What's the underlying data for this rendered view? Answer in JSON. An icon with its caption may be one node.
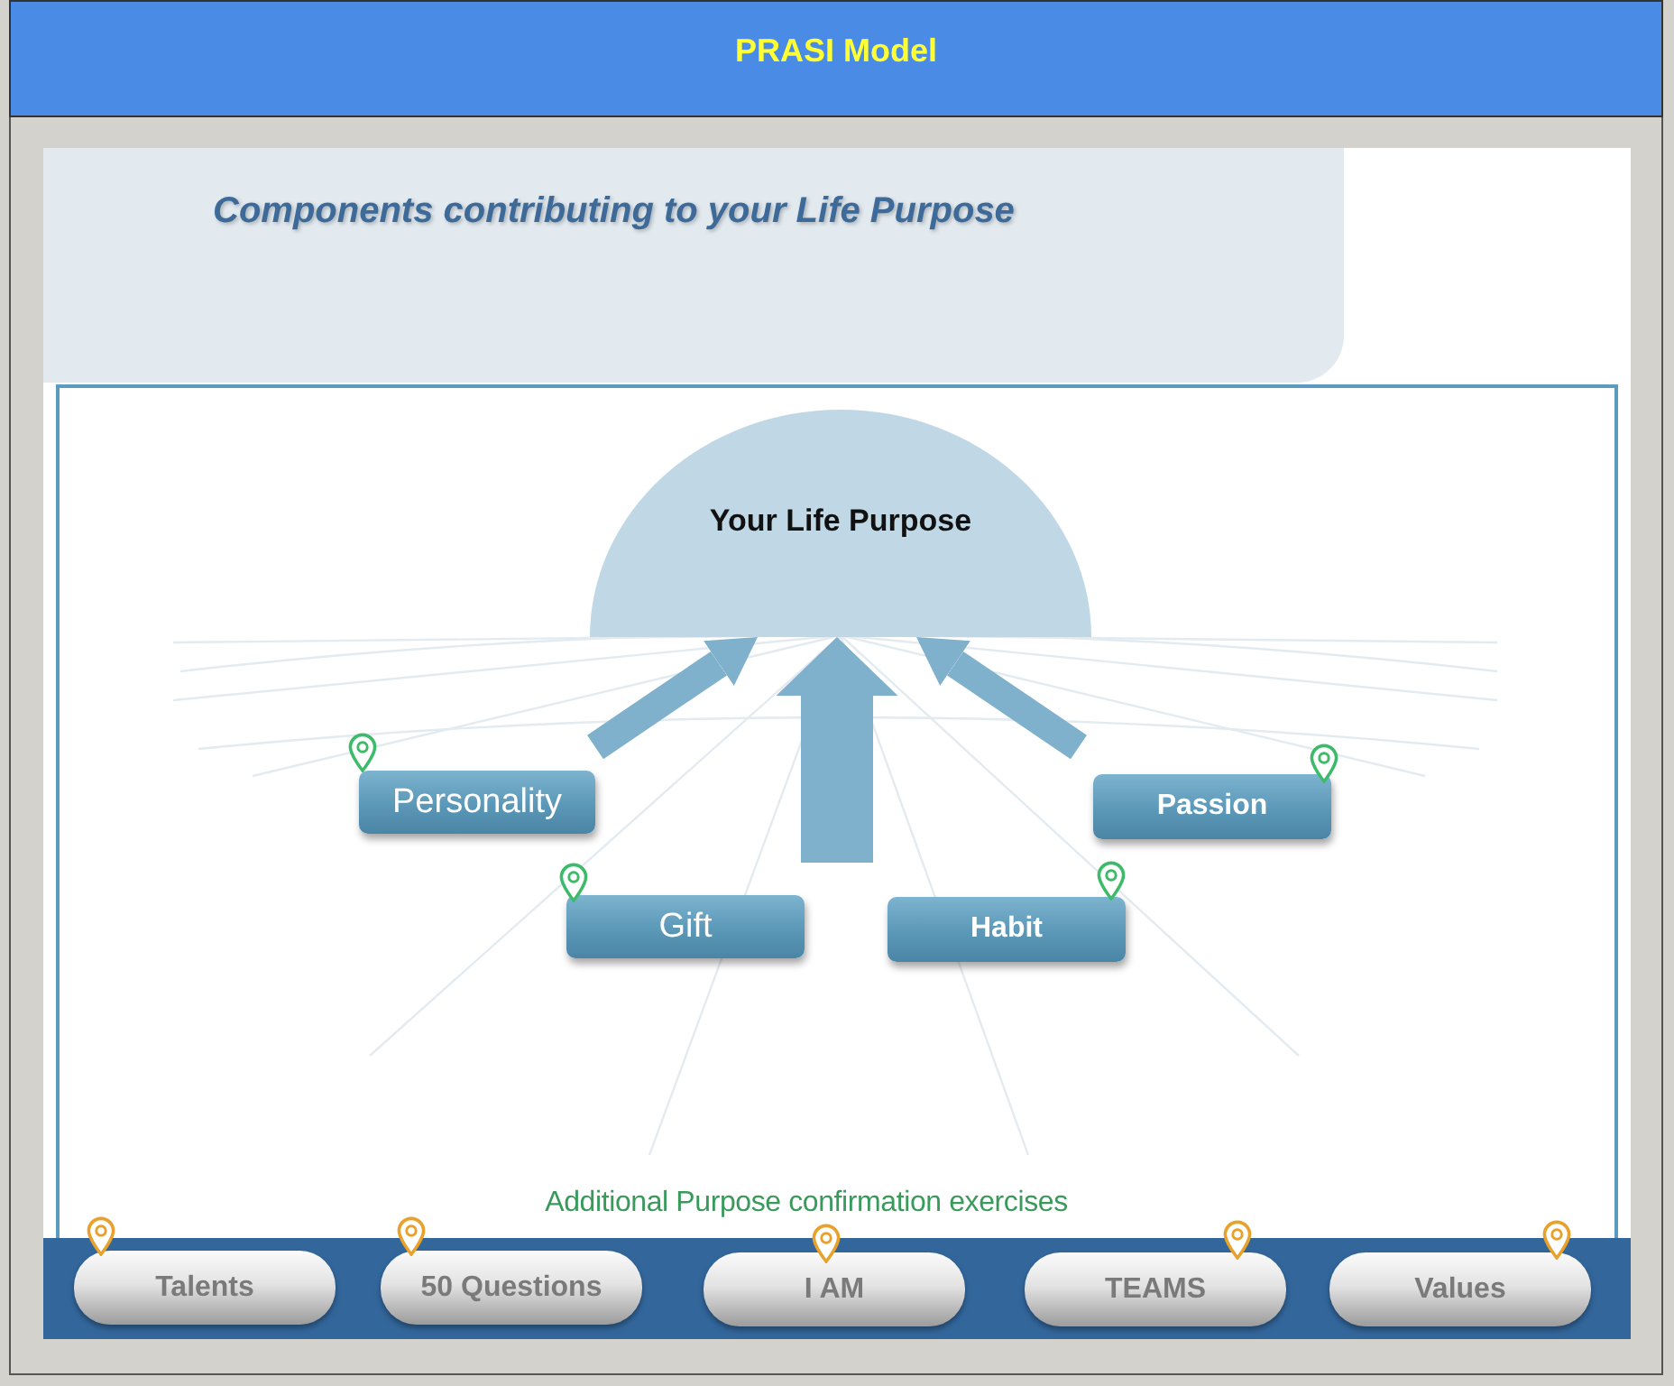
{
  "diagram": {
    "title": "PRASI Model",
    "nodes": [
      {
        "text": [
          "Components contributing to your Life Purpose"
        ]
      },
      {
        "text": [
          "Your Life Purpose"
        ]
      },
      {
        "text": [
          "Personality"
        ]
      },
      {
        "text": [
          "Passion"
        ]
      },
      {
        "text": [
          "Gift"
        ]
      },
      {
        "text": [
          "Habit"
        ]
      },
      {
        "text": [
          "Additional Purpose confirmation exercises"
        ]
      },
      {
        "text": [
          "Talents"
        ],
        "in": 6
      },
      {
        "text": [
          "50 Questions"
        ],
        "in": 6
      },
      {
        "text": [
          "I AM"
        ],
        "in": 6
      },
      {
        "text": [
          "TEAMS"
        ],
        "in": 6
      },
      {
        "text": [
          "Values"
        ],
        "in": 6
      }
    ],
    "edges": [
      {
        "from": null,
        "to": 1,
        "arrow": "to"
      },
      {
        "from": null,
        "to": 1,
        "arrow": "to",
        "style": "thick"
      },
      {
        "from": null,
        "to": 1,
        "arrow": "to"
      }
    ]
  }
}
